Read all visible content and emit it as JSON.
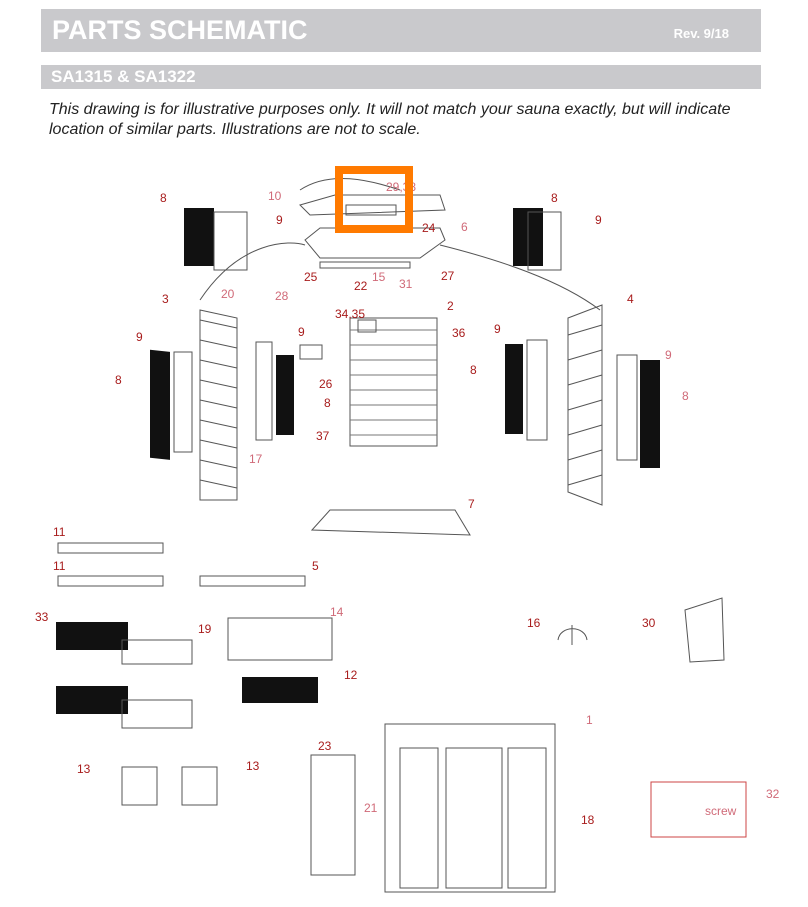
{
  "header": {
    "title": "PARTS SCHEMATIC",
    "revision": "Rev. 9/18"
  },
  "subheader": {
    "models": "SA1315 & SA1322"
  },
  "disclaimer": "This drawing is for illustrative purposes only. It will not match your sauna exactly, but will indicate location of similar parts. Illustrations are not to scale.",
  "labels": {
    "l8a": "8",
    "l10": "10",
    "l9a": "9",
    "l29": "29,38",
    "l24": "24",
    "l6": "6",
    "l8b": "8",
    "l9b": "9",
    "l25": "25",
    "l15": "15",
    "l22": "22",
    "l31": "31",
    "l27": "27",
    "l28": "28",
    "l3": "3",
    "l20": "20",
    "l2": "2",
    "l3435": "34,35",
    "l36": "36",
    "l9c": "9",
    "l9d": "9",
    "l9e": "9",
    "l4": "4",
    "l9f": "9",
    "l8c": "8",
    "l26": "26",
    "l8d": "8",
    "l8e": "8",
    "l8f": "8",
    "l37": "37",
    "l17": "17",
    "l7": "7",
    "l11a": "11",
    "l11b": "11",
    "l5": "5",
    "l33": "33",
    "l19": "19",
    "l14": "14",
    "l16": "16",
    "l30": "30",
    "l12": "12",
    "l1": "1",
    "l23": "23",
    "l13a": "13",
    "l13b": "13",
    "l21": "21",
    "l18": "18",
    "l32": "32",
    "screw": "screw"
  },
  "highlight_color": "#ff7a00"
}
